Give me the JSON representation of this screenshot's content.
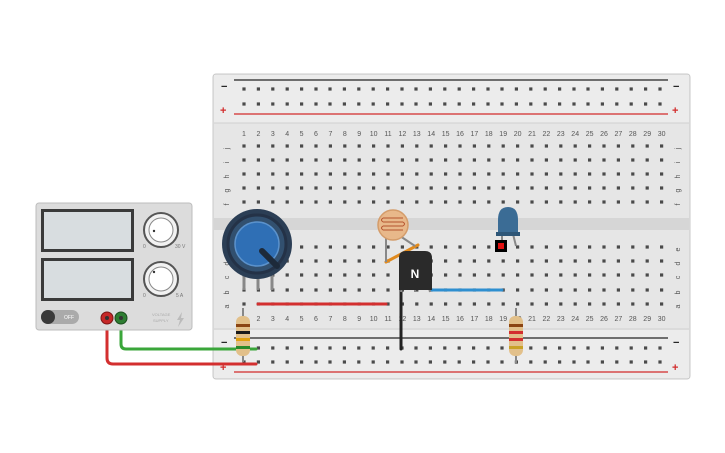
{
  "colors": {
    "board": "#e6e6e6",
    "board_edge": "#c8c8c8",
    "hole": "#4a4a4a",
    "rail_red": "#d22b2b",
    "rail_black": "#222222",
    "wire_red": "#d32f2f",
    "wire_green": "#3aa63a",
    "wire_blue": "#2e8fd0",
    "wire_black": "#222222",
    "wire_orange": "#e08a1e",
    "led_blue": "#3b6c95",
    "pot_blue": "#2f6fb5"
  },
  "breadboard": {
    "columns": [
      "1",
      "2",
      "3",
      "4",
      "5",
      "6",
      "7",
      "8",
      "9",
      "10",
      "11",
      "12",
      "13",
      "14",
      "15",
      "16",
      "17",
      "18",
      "19",
      "20",
      "21",
      "22",
      "23",
      "24",
      "25",
      "26",
      "27",
      "28",
      "29",
      "30"
    ],
    "rows_top": [
      "j",
      "i",
      "h",
      "g",
      "f"
    ],
    "rows_bottom": [
      "e",
      "d",
      "c",
      "b",
      "a"
    ],
    "rail_plus": "+",
    "rail_minus": "−"
  },
  "power_supply": {
    "switch_label": "OFF",
    "voltage_label": "30 V",
    "current_label": "5 A",
    "knob_zero": "0",
    "brand_line1": "VOLTAGE",
    "brand_line2": "SUPPLY",
    "lightning_icon": "lightning-bolt-icon"
  },
  "transistor": {
    "label": "N"
  },
  "components": {
    "potentiometer": "potentiometer",
    "photoresistor": "photoresistor",
    "led": "blue-led",
    "resistor_left": "resistor",
    "resistor_right": "resistor"
  }
}
